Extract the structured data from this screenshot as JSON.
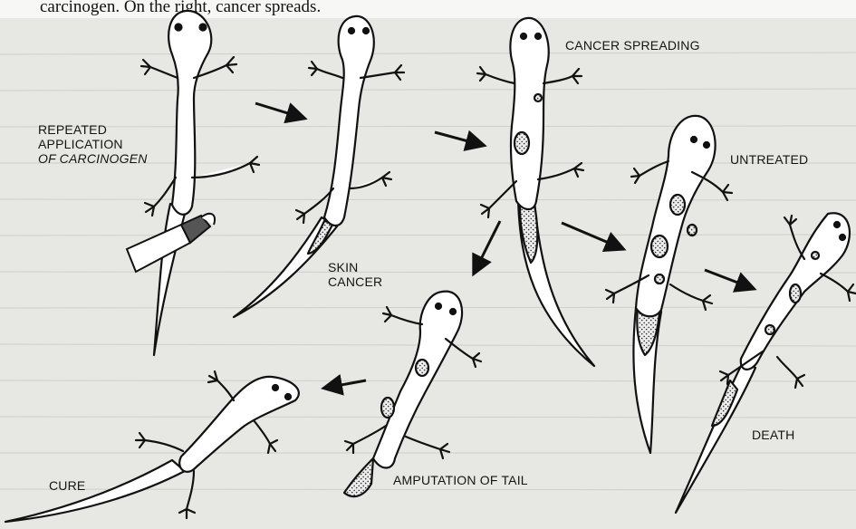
{
  "caption": "carcinogen. On the right, cancer spreads.",
  "labels": {
    "carcinogen": [
      "REPEATED",
      "APPLICATION",
      "OF CARCINOGEN"
    ],
    "skin_cancer": [
      "SKIN",
      "CANCER"
    ],
    "cancer_spreading": "CANCER SPREADING",
    "untreated": "UNTREATED",
    "amputation": "AMPUTATION OF TAIL",
    "death": "DEATH",
    "cure": "CURE"
  }
}
